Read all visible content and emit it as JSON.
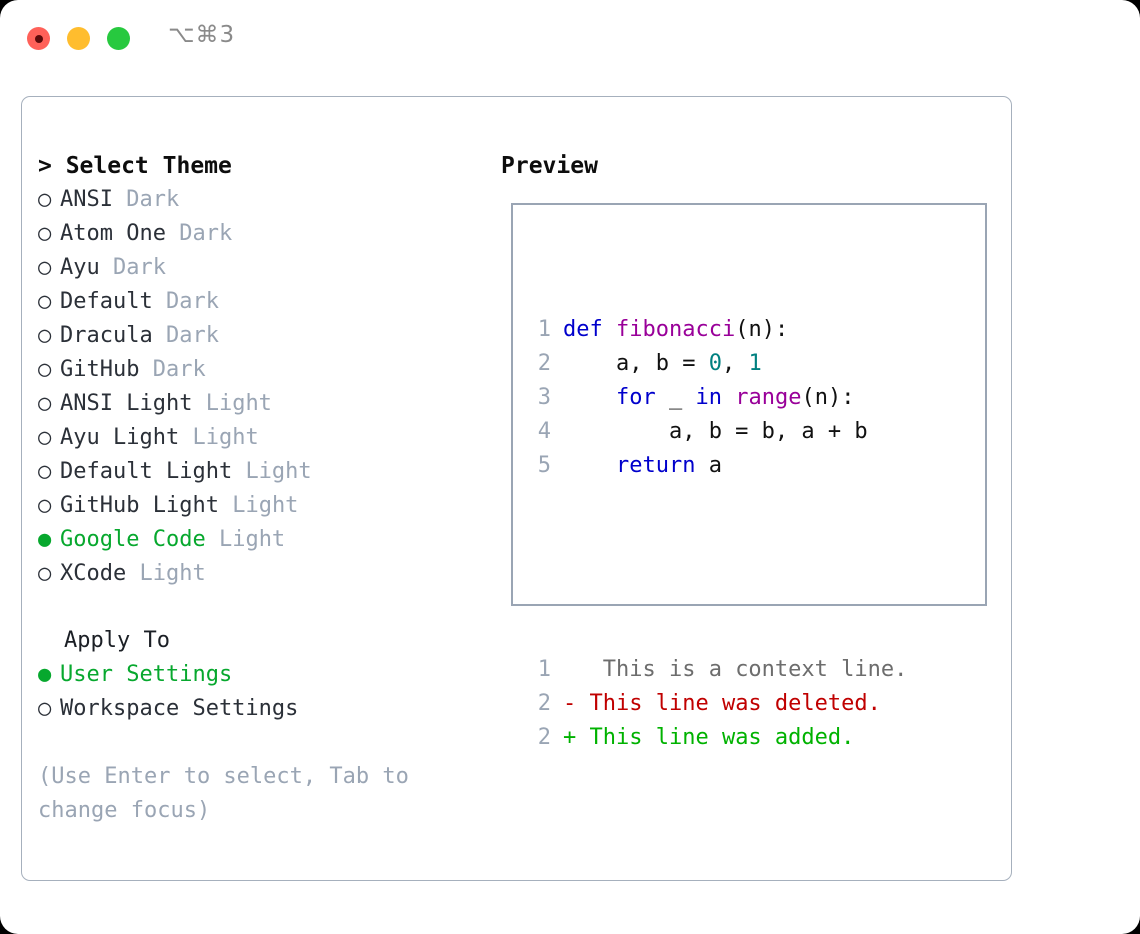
{
  "window": {
    "traffic_lights": [
      "close",
      "minimize",
      "maximize"
    ],
    "shortcut_hint": "⌥⌘3",
    "accent_green": "#07a82e",
    "border_color": "#a6b0bd",
    "muted_color": "#9aa5b4"
  },
  "theme_selector": {
    "header": "> Select Theme",
    "items": [
      {
        "bullet": "○",
        "name": "ANSI",
        "variant": "Dark",
        "selected": false
      },
      {
        "bullet": "○",
        "name": "Atom One",
        "variant": "Dark",
        "selected": false
      },
      {
        "bullet": "○",
        "name": "Ayu",
        "variant": "Dark",
        "selected": false
      },
      {
        "bullet": "○",
        "name": "Default",
        "variant": "Dark",
        "selected": false
      },
      {
        "bullet": "○",
        "name": "Dracula",
        "variant": "Dark",
        "selected": false
      },
      {
        "bullet": "○",
        "name": "GitHub",
        "variant": "Dark",
        "selected": false
      },
      {
        "bullet": "○",
        "name": "ANSI Light",
        "variant": "Light",
        "selected": false
      },
      {
        "bullet": "○",
        "name": "Ayu Light",
        "variant": "Light",
        "selected": false
      },
      {
        "bullet": "○",
        "name": "Default Light",
        "variant": "Light",
        "selected": false
      },
      {
        "bullet": "○",
        "name": "GitHub Light",
        "variant": "Light",
        "selected": false
      },
      {
        "bullet": "●",
        "name": "Google Code",
        "variant": "Light",
        "selected": true
      },
      {
        "bullet": "○",
        "name": "XCode",
        "variant": "Light",
        "selected": false
      }
    ]
  },
  "apply_to": {
    "header": "Apply To",
    "options": [
      {
        "bullet": "●",
        "label": "User Settings",
        "selected": true
      },
      {
        "bullet": "○",
        "label": "Workspace Settings",
        "selected": false
      }
    ]
  },
  "help": {
    "text": "(Use Enter to select, Tab to change focus)"
  },
  "preview": {
    "header": "Preview",
    "code_lines": [
      {
        "number": "1",
        "tokens": [
          {
            "text": "def ",
            "style": "kw"
          },
          {
            "text": "fibonacci",
            "style": "fn"
          },
          {
            "text": "(n):",
            "style": "plain"
          }
        ]
      },
      {
        "number": "2",
        "tokens": [
          {
            "text": "    a, b = ",
            "style": "plain"
          },
          {
            "text": "0",
            "style": "num"
          },
          {
            "text": ", ",
            "style": "plain"
          },
          {
            "text": "1",
            "style": "num"
          }
        ]
      },
      {
        "number": "3",
        "tokens": [
          {
            "text": "    ",
            "style": "plain"
          },
          {
            "text": "for",
            "style": "kw"
          },
          {
            "text": " _ ",
            "style": "plain"
          },
          {
            "text": "in",
            "style": "kw"
          },
          {
            "text": " ",
            "style": "plain"
          },
          {
            "text": "range",
            "style": "fn"
          },
          {
            "text": "(n):",
            "style": "plain"
          }
        ]
      },
      {
        "number": "4",
        "tokens": [
          {
            "text": "        a, b = b, a + b",
            "style": "plain"
          }
        ]
      },
      {
        "number": "5",
        "tokens": [
          {
            "text": "    ",
            "style": "plain"
          },
          {
            "text": "return",
            "style": "kw"
          },
          {
            "text": " a",
            "style": "plain"
          }
        ]
      }
    ],
    "diff_lines": [
      {
        "number": "1",
        "marker": " ",
        "text": "  This is a context line.",
        "kind": "context"
      },
      {
        "number": "2",
        "marker": "-",
        "text": " This line was deleted.",
        "kind": "deleted"
      },
      {
        "number": "2",
        "marker": "+",
        "text": " This line was added.",
        "kind": "added"
      }
    ]
  }
}
